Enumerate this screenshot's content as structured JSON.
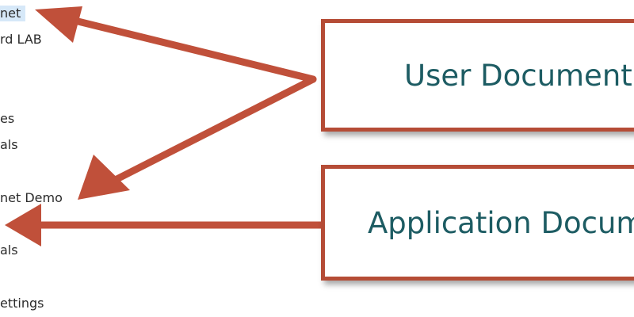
{
  "tree": {
    "items": [
      {
        "label": "net",
        "selected": true
      },
      {
        "label": "rd LAB"
      },
      {
        "label": "es"
      },
      {
        "label": "als"
      },
      {
        "label": "net Demo"
      },
      {
        "label": "als"
      },
      {
        "label": "ettings"
      }
    ]
  },
  "callouts": {
    "user": "User Document",
    "application": "Application Docum"
  },
  "colors": {
    "arrow": "#c0503a",
    "callout_border": "#b54c36",
    "callout_text": "#1d5c63",
    "selection": "#d6e8f8"
  }
}
